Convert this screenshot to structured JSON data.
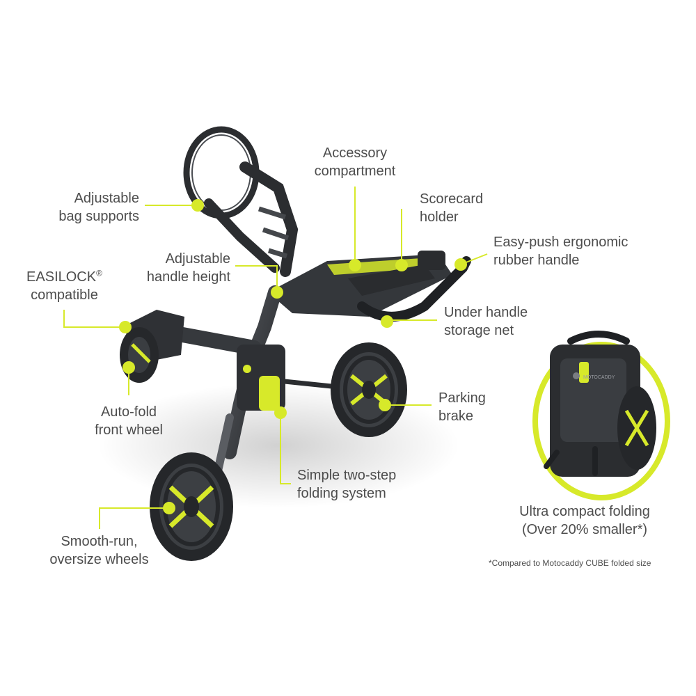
{
  "labels": {
    "bag_supports": [
      "Adjustable",
      "bag supports"
    ],
    "accessory": [
      "Accessory",
      "compartment"
    ],
    "scorecard": [
      "Scorecard",
      "holder"
    ],
    "easy_push": [
      "Easy-push ergonomic",
      "rubber handle"
    ],
    "handle_height": [
      "Adjustable",
      "handle height"
    ],
    "easilock": [
      "EASILOCK",
      "compatible"
    ],
    "easilock_mark": "®",
    "under_handle": [
      "Under handle",
      "storage net"
    ],
    "auto_fold": [
      "Auto-fold",
      "front wheel"
    ],
    "parking": [
      "Parking",
      "brake"
    ],
    "two_step": [
      "Simple two-step",
      "folding system"
    ],
    "compact": [
      "Ultra compact folding",
      "(Over 20% smaller*)"
    ],
    "oversize": [
      "Smooth-run,",
      "oversize wheels"
    ]
  },
  "footnote": "*Compared to Motocaddy CUBE folded size",
  "product_badge": "MOTOCADDY",
  "colors": {
    "accent": "#d7e92a",
    "frame": "#2b2d30",
    "frame_light": "#4a4d52",
    "text": "#4d4d4d"
  }
}
